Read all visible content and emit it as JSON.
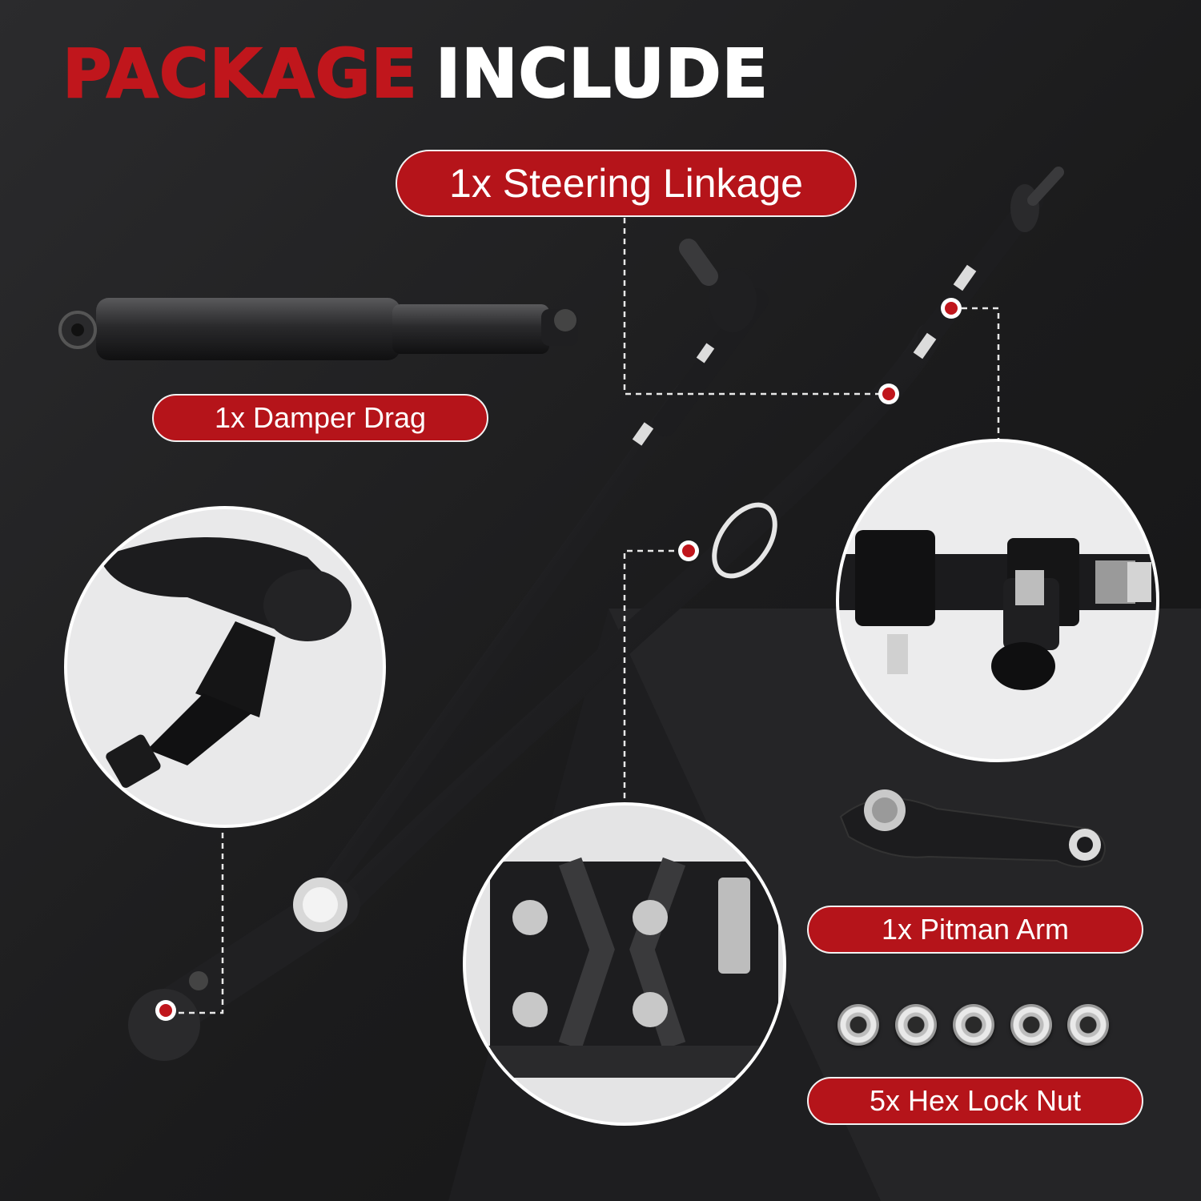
{
  "heading": {
    "word1": "PACKAGE",
    "word2": "INCLUDE"
  },
  "labels": {
    "steering_linkage": "1x Steering Linkage",
    "damper_drag": "1x Damper Drag",
    "pitman_arm": "1x Pitman Arm",
    "hex_lock_nut": "5x Hex Lock Nut"
  },
  "hex_nut_count": 5,
  "colors": {
    "accent_red": "#b5141a",
    "title_red": "#c0161c",
    "background": "#1b1b1c",
    "white": "#ffffff"
  }
}
